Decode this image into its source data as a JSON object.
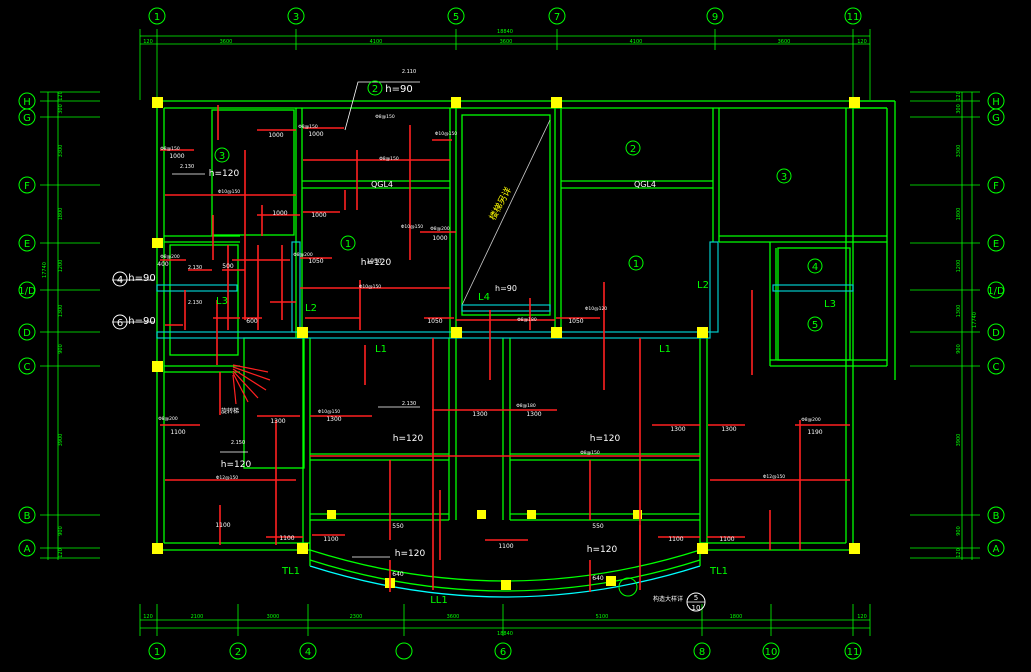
{
  "colors": {
    "background": "#000000",
    "wall": "#00ff00",
    "dimension": "#00ff00",
    "rebar": "#ff2020",
    "beam": "#00cccc",
    "column": "#ffff00",
    "text": "#ffffff",
    "yellow_text": "#ffff00"
  },
  "axes_top": [
    "1",
    "3",
    "5",
    "7",
    "9",
    "11"
  ],
  "axes_bottom": [
    "1",
    "2",
    "4",
    "",
    "6",
    "8",
    "10",
    "11"
  ],
  "axes_left": [
    "H",
    "G",
    "F",
    "E",
    "1/D",
    "D",
    "C",
    "B",
    "A"
  ],
  "axes_right": [
    "H",
    "G",
    "F",
    "E",
    "1/D",
    "D",
    "C",
    "B",
    "A"
  ],
  "dims_top": [
    "120",
    "3600",
    "4100",
    "3600",
    "4100",
    "3600",
    "120"
  ],
  "dim_total_top": "18840",
  "dims_bottom": [
    "120",
    "2100",
    "3000",
    "2300",
    "3600",
    "5100",
    "1800",
    "120"
  ],
  "dim_total_bottom": "18840",
  "dims_left": [
    "120",
    "300",
    "3300",
    "1800",
    "1200",
    "1300",
    "900",
    "3900",
    "900",
    "120"
  ],
  "dim_total_left": "17740",
  "dims_right": [
    "120",
    "300",
    "3300",
    "1800",
    "1200",
    "1300",
    "900",
    "3900",
    "900",
    "120"
  ],
  "dim_total_right": "17740",
  "slab_labels": {
    "h90_top": "h=90",
    "h120_a": "h=120",
    "h120_b": "h=120",
    "h120_c": "h=120",
    "h120_d": "h=120",
    "h120_e": "h=120",
    "h120_f": "h=120",
    "h90_l4": "h=90",
    "h90_4": "h=90",
    "h90_6": "h=90"
  },
  "circle_labels": [
    "2",
    "3",
    "1",
    "2",
    "3",
    "1",
    "4",
    "5",
    "4",
    "6"
  ],
  "beam_labels": {
    "qgl4_left": "QGL4",
    "qgl4_right": "QGL4",
    "l2_left": "L2",
    "l2_right": "L2",
    "l3_left": "L3",
    "l3_right": "L3",
    "l4": "L4",
    "l1_left": "L1",
    "l1_right": "L1",
    "tl1_left": "TL1",
    "tl1_right": "TL1",
    "ll1": "LL1"
  },
  "stair_text": "楼梯另详",
  "elevations": [
    "2.110",
    "2.130",
    "2.130",
    "2.130",
    "2.150",
    "2.130"
  ],
  "rebar_texts": [
    "1000",
    "1000",
    "1000",
    "1000",
    "1000",
    "1050",
    "1050",
    "1000",
    "1300",
    "1300",
    "1300",
    "1300",
    "1100",
    "1100",
    "1100",
    "1100",
    "1190",
    "1300",
    "1300",
    "1050",
    "1050",
    "1100",
    "1100",
    "1100",
    "640",
    "640",
    "550",
    "550",
    "400",
    "500",
    "600"
  ],
  "rebar_specs": [
    "Φ8@150",
    "Φ8@200",
    "Φ10@150",
    "Φ8@150",
    "Φ8@150",
    "Φ10@150",
    "Φ8@150",
    "Φ10@150",
    "Φ8@200",
    "Φ10@150",
    "Φ8@180",
    "Φ10@120",
    "Φ10@150",
    "Φ8@180",
    "Φ8@200",
    "Φ12@150",
    "Φ8@200",
    "Φ8@200",
    "Φ12@150",
    "Φ8@150"
  ],
  "note_bottom": "构造大样详",
  "detail_ref": [
    "5",
    "10"
  ],
  "section_tag": "旋转梯"
}
